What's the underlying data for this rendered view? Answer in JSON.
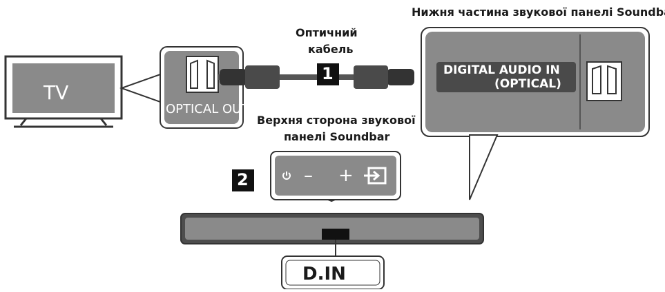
{
  "tv": {
    "label": "TV"
  },
  "tv_port": {
    "label": "OPTICAL OUT"
  },
  "cable": {
    "label_line1": "Оптичний",
    "label_line2": "кабель",
    "step": "1"
  },
  "soundbar_bottom": {
    "title": "Нижня частина звукової панелі Soundbar",
    "port_line1": "DIGITAL AUDIO IN",
    "port_line2": "(OPTICAL)"
  },
  "soundbar_top": {
    "title_line1": "Верхня сторона звукової",
    "title_line2": "панелі Soundbar",
    "step": "2",
    "buttons": {
      "power": "power-icon",
      "minus": "–",
      "plus": "+",
      "source": "source-icon"
    }
  },
  "display": {
    "text": "D.IN"
  },
  "colors": {
    "panel_gray": "#8a8a8a",
    "dark": "#333333",
    "cable": "#555555"
  }
}
